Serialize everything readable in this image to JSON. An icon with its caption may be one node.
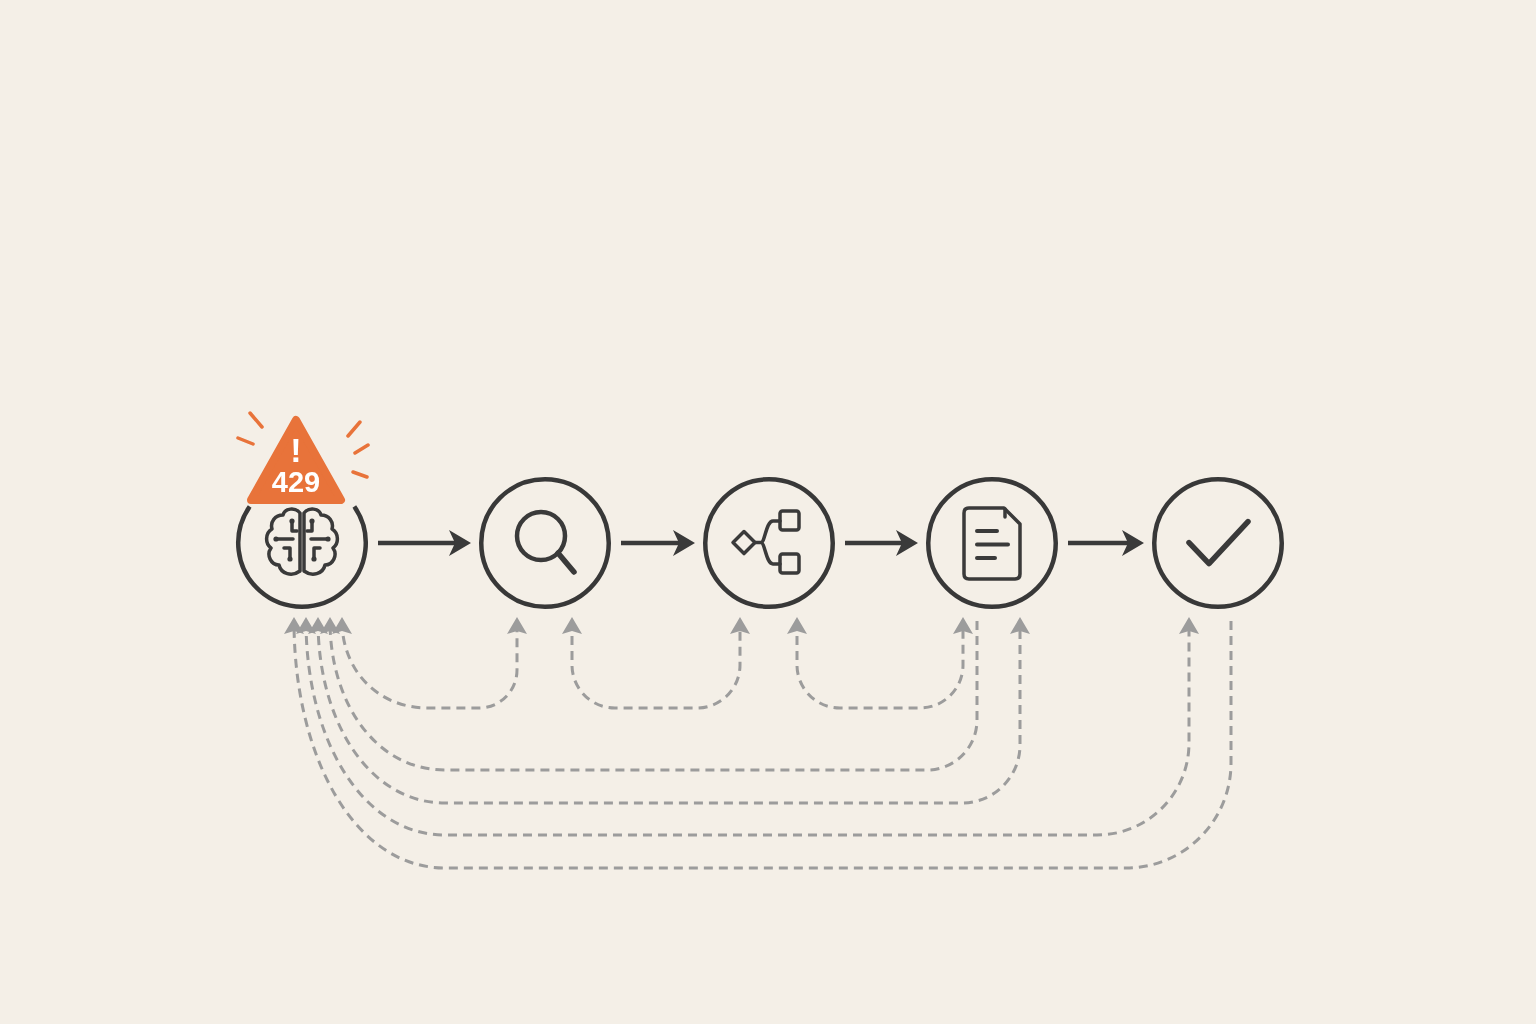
{
  "diagram": {
    "nodes": [
      {
        "text": [
          "!",
          "429"
        ]
      },
      {
        "text": [],
        "shape": "circle"
      },
      {
        "text": [],
        "shape": "circle"
      },
      {
        "text": [],
        "shape": "circle"
      },
      {
        "text": [],
        "shape": "circle"
      },
      {
        "text": [],
        "shape": "circle"
      }
    ],
    "edges": [
      {
        "from": 1,
        "to": 2,
        "arrow": "to",
        "color": "#3a3a3a"
      },
      {
        "from": 2,
        "to": 3,
        "arrow": "to",
        "color": "#3a3a3a"
      },
      {
        "from": 3,
        "to": 4,
        "arrow": "to",
        "color": "#3a3a3a"
      },
      {
        "from": 4,
        "to": 5,
        "arrow": "to",
        "color": "#3a3a3a"
      },
      {
        "from": 1,
        "to": 2,
        "arrow": "both",
        "style": "dashed"
      },
      {
        "from": 2,
        "to": 3,
        "arrow": "both",
        "style": "dashed"
      },
      {
        "from": 3,
        "to": 4,
        "arrow": "both",
        "style": "dashed"
      },
      {
        "from": 4,
        "to": 1,
        "arrow": "to",
        "style": "dashed"
      },
      {
        "from": 1,
        "to": 4,
        "arrow": "both",
        "style": "dashed"
      },
      {
        "from": 1,
        "to": 5,
        "arrow": "both",
        "style": "dashed"
      },
      {
        "from": 5,
        "to": 1,
        "arrow": "to",
        "style": "dashed"
      }
    ]
  }
}
